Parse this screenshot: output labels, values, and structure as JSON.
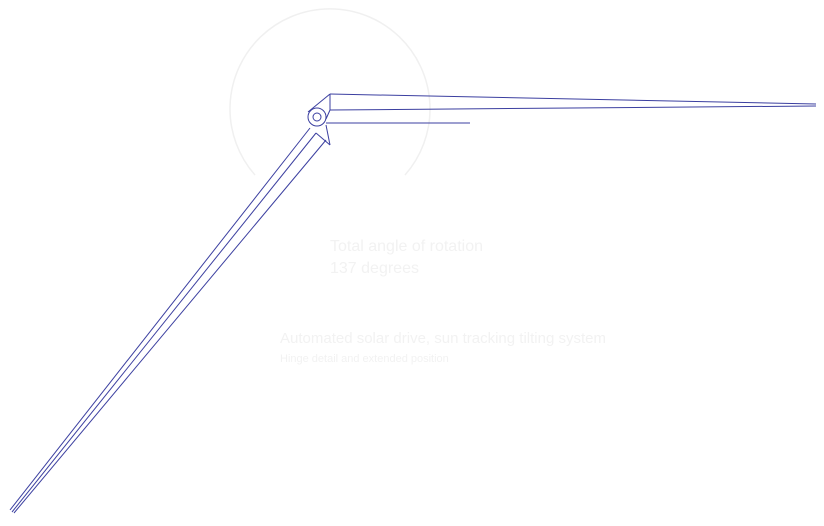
{
  "colors": {
    "linework": "#3b3fa0",
    "faint_text": "#f2f2f2",
    "background": "#ffffff"
  },
  "labels": {
    "angle_title": "Total angle of rotation",
    "angle_value": "137 degrees",
    "system_title": "Automated solar drive, sun tracking tilting system",
    "system_subtitle": "Hinge detail and extended position"
  }
}
